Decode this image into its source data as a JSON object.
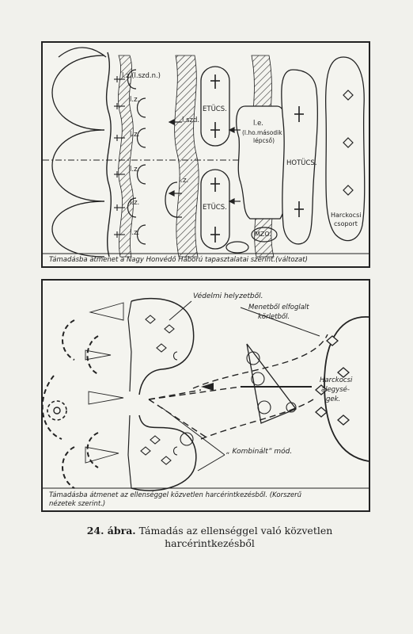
{
  "top_diagram": {
    "labels": {
      "lz_top": "l.z.(l.szd.n.)",
      "lz_1": "l.z.",
      "lz_2": "l.z.",
      "lz_3": "l.z.",
      "lz_4": "l.z.",
      "lz_5": "l.z.",
      "lz_center": "l.z.",
      "lszd": "l.szd.",
      "etucs_1": "ETÜCS.",
      "etucs_2": "ETÜCS.",
      "le": "l.e.",
      "le_detail_1": "(l.ho.második",
      "le_detail_2": "lépcső)",
      "hotucs": "HOTÜCS.",
      "harckocsi_1": "Harckocsi",
      "harckocsi_2": "csoport",
      "mzo": "MZO."
    },
    "caption": "Támadásba átmenet a Nagy Honvédő Háború tapasztalatai szerint.(változat)"
  },
  "bottom_diagram": {
    "labels": {
      "vedelmi": "Védelmi helyzetből.",
      "menet_1": "Menetből elfoglalt",
      "menet_2": "körletből.",
      "harckocsi_1": "Harckocsi",
      "harckocsi_2": "alegysé-",
      "harckocsi_3": "gek.",
      "kombinalt": "„ Kombinált” mód."
    },
    "caption_1": "Támadásba átmenet az ellenséggel közvetlen harcérintkezésből. (Korszerű",
    "caption_2": "nézetek szerint.)"
  },
  "figure_caption": {
    "number": "24. ábra.",
    "line_1": "Támadás az ellenséggel való közvetlen",
    "line_2": "harcérintkezésből"
  }
}
